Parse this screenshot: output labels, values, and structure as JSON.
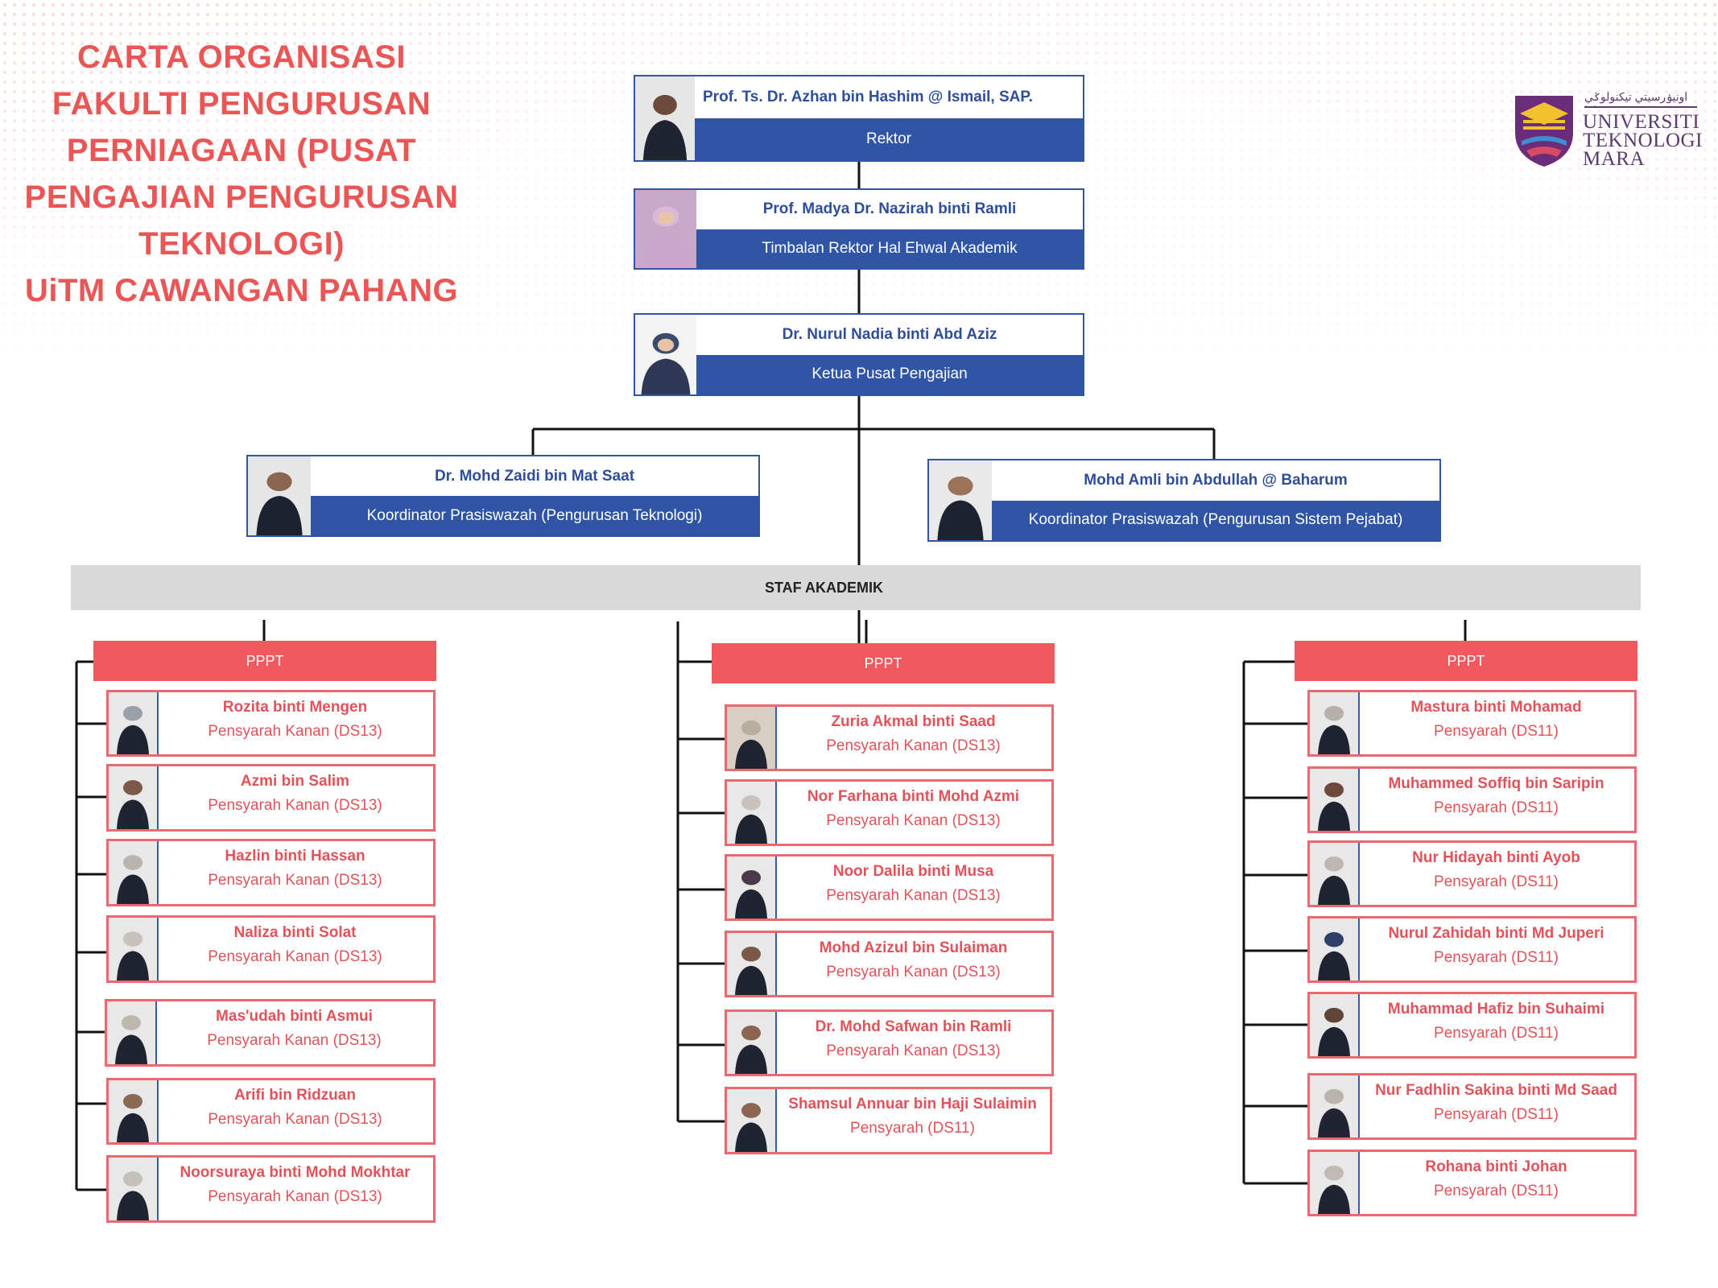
{
  "title": {
    "lines": [
      "CARTA ORGANISASI",
      "FAKULTI PENGURUSAN",
      "PERNIAGAAN (PUSAT",
      "PENGAJIAN PENGURUSAN",
      "TEKNOLOGI)",
      "UiTM CAWANGAN PAHANG"
    ]
  },
  "logo": {
    "line1": "UNIVERSITI",
    "line2": "TEKNOLOGI",
    "line3": "MARA",
    "jawi": "اونيۏرسيتي تيكنولوݢي مارا"
  },
  "leaders": [
    {
      "name": "Prof. Ts. Dr. Azhan bin Hashim @ Ismail, SAP.",
      "role": "Rektor"
    },
    {
      "name": "Prof. Madya Dr. Nazirah binti Ramli",
      "role": "Timbalan Rektor Hal Ehwal Akademik"
    },
    {
      "name": "Dr. Nurul Nadia binti Abd Aziz",
      "role": "Ketua Pusat Pengajian"
    }
  ],
  "coordinators": [
    {
      "name": "Dr. Mohd Zaidi bin Mat Saat",
      "role": "Koordinator Prasiswazah (Pengurusan Teknologi)"
    },
    {
      "name": "Mohd Amli bin Abdullah @ Baharum",
      "role": "Koordinator Prasiswazah (Pengurusan Sistem Pejabat)"
    }
  ],
  "staf_label": "STAF AKADEMIK",
  "groups": [
    {
      "label": "PPPT",
      "staff": [
        {
          "name": "Rozita binti Mengen",
          "role": "Pensyarah Kanan (DS13)"
        },
        {
          "name": "Azmi bin Salim",
          "role": "Pensyarah Kanan (DS13)"
        },
        {
          "name": "Hazlin binti Hassan",
          "role": "Pensyarah Kanan (DS13)"
        },
        {
          "name": "Naliza binti Solat",
          "role": "Pensyarah Kanan (DS13)"
        },
        {
          "name": "Mas'udah binti Asmui",
          "role": "Pensyarah Kanan (DS13)"
        },
        {
          "name": "Arifi bin Ridzuan",
          "role": "Pensyarah Kanan (DS13)"
        },
        {
          "name": "Noorsuraya binti Mohd Mokhtar",
          "role": "Pensyarah Kanan (DS13)"
        }
      ]
    },
    {
      "label": "PPPT",
      "staff": [
        {
          "name": "Zuria Akmal binti Saad",
          "role": "Pensyarah Kanan (DS13)"
        },
        {
          "name": "Nor Farhana binti Mohd Azmi",
          "role": "Pensyarah Kanan (DS13)"
        },
        {
          "name": "Noor Dalila binti Musa",
          "role": "Pensyarah Kanan (DS13)"
        },
        {
          "name": "Mohd Azizul bin Sulaiman",
          "role": "Pensyarah Kanan (DS13)"
        },
        {
          "name": "Dr. Mohd Safwan bin Ramli",
          "role": "Pensyarah Kanan (DS13)"
        },
        {
          "name": "Shamsul Annuar bin Haji Sulaimin",
          "role": "Pensyarah (DS11)"
        }
      ]
    },
    {
      "label": "PPPT",
      "staff": [
        {
          "name": "Mastura binti Mohamad",
          "role": "Pensyarah (DS11)"
        },
        {
          "name": "Muhammed Soffiq bin Saripin",
          "role": "Pensyarah (DS11)"
        },
        {
          "name": "Nur Hidayah binti Ayob",
          "role": "Pensyarah (DS11)"
        },
        {
          "name": "Nurul Zahidah binti Md Juperi",
          "role": "Pensyarah (DS11)"
        },
        {
          "name": "Muhammad Hafiz bin Suhaimi",
          "role": "Pensyarah  (DS11)"
        },
        {
          "name": "Nur Fadhlin Sakina binti Md Saad",
          "role": "Pensyarah (DS11)"
        },
        {
          "name": "Rohana binti Johan",
          "role": "Pensyarah (DS11)"
        }
      ]
    }
  ],
  "colors": {
    "accent_red": "#ea5656",
    "header_blue": "#2f55a4",
    "pppt_red": "#f05a5e",
    "grey_bar": "#d9d9d9"
  }
}
